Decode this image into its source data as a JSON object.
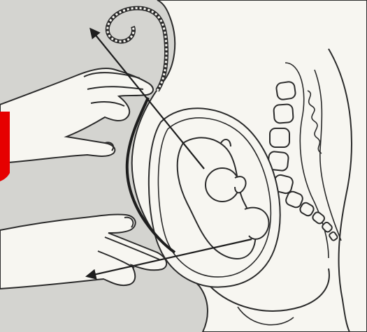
{
  "illustration": {
    "colors": {
      "background": "#d4d4d0",
      "skin": "#f7f6f1",
      "line": "#2b2b2b",
      "accent": "#e60000"
    },
    "parts": [
      "abdomen-outline",
      "spine-vertebrae",
      "fetus",
      "uterus",
      "upper-hand",
      "lower-hand",
      "fundal-arrow",
      "pelvic-arrow",
      "umbilical-cord-coil",
      "red-edge-marker"
    ]
  }
}
